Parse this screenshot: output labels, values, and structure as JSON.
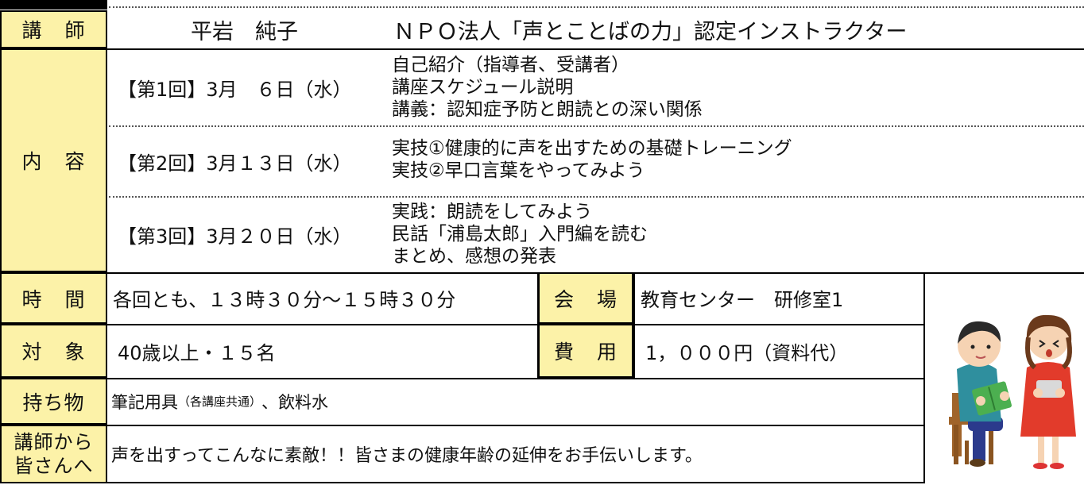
{
  "labels": {
    "instructor": [
      "講",
      "師"
    ],
    "content": [
      "内",
      "容"
    ],
    "time": [
      "時",
      "間"
    ],
    "venue": [
      "会",
      "場"
    ],
    "target": [
      "対",
      "象"
    ],
    "fee": [
      "費",
      "用"
    ],
    "belongings": "持ち物",
    "message_line1": "講師から",
    "message_line2": "皆さんへ"
  },
  "instructor": {
    "name": "平岩　純子",
    "title": "ＮＰＯ法人「声とことばの力」認定インストラクター"
  },
  "sessions": [
    {
      "date": "【第1回】3月　６日（水）",
      "items": [
        "自己紹介（指導者、受講者）",
        "講座スケジュール説明",
        "講義：認知症予防と朗読との深い関係"
      ]
    },
    {
      "date": "【第2回】3月１３日（水）",
      "items": [
        "実技①健康的に声を出すための基礎トレーニング",
        "実技②早口言葉をやってみよう"
      ]
    },
    {
      "date": "【第3回】3月２０日（水）",
      "items": [
        "実践：朗読をしてみよう",
        "民話「浦島太郎」入門編を読む",
        "まとめ、感想の発表"
      ]
    }
  ],
  "time_value": "各回とも、１３時３０分～１５時３０分",
  "venue_value": "教育センター　研修室1",
  "target_value": "40歳以上・１５名",
  "fee_value": "1，０００円（資料代）",
  "belongings_value": {
    "main": "筆記用具",
    "note": "（各講座共通）",
    "rest": "、飲料水"
  },
  "message_value": "声を出すってこんなに素敵！！皆さまの健康年齢の延伸をお手伝いします。",
  "colors": {
    "label_bg": "#fcf2a8",
    "boy_shirt": "#2f8f9e",
    "boy_pants": "#2b3a8c",
    "girl_dress": "#e23b2b",
    "book": "#4caf50",
    "chair": "#a0642a"
  },
  "illustration": "reading-kids-illustration"
}
